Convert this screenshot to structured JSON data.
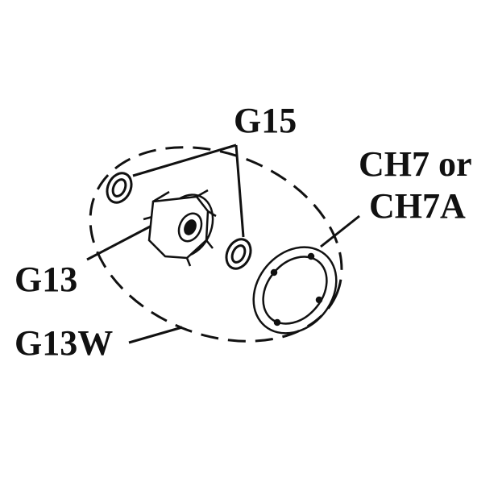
{
  "labels": {
    "g15": "G15",
    "ch7_line1": "CH7 or",
    "ch7_line2": "CH7A",
    "g13": "G13",
    "g13w": "G13W"
  },
  "colors": {
    "ink": "#111111",
    "background": "#ffffff"
  }
}
